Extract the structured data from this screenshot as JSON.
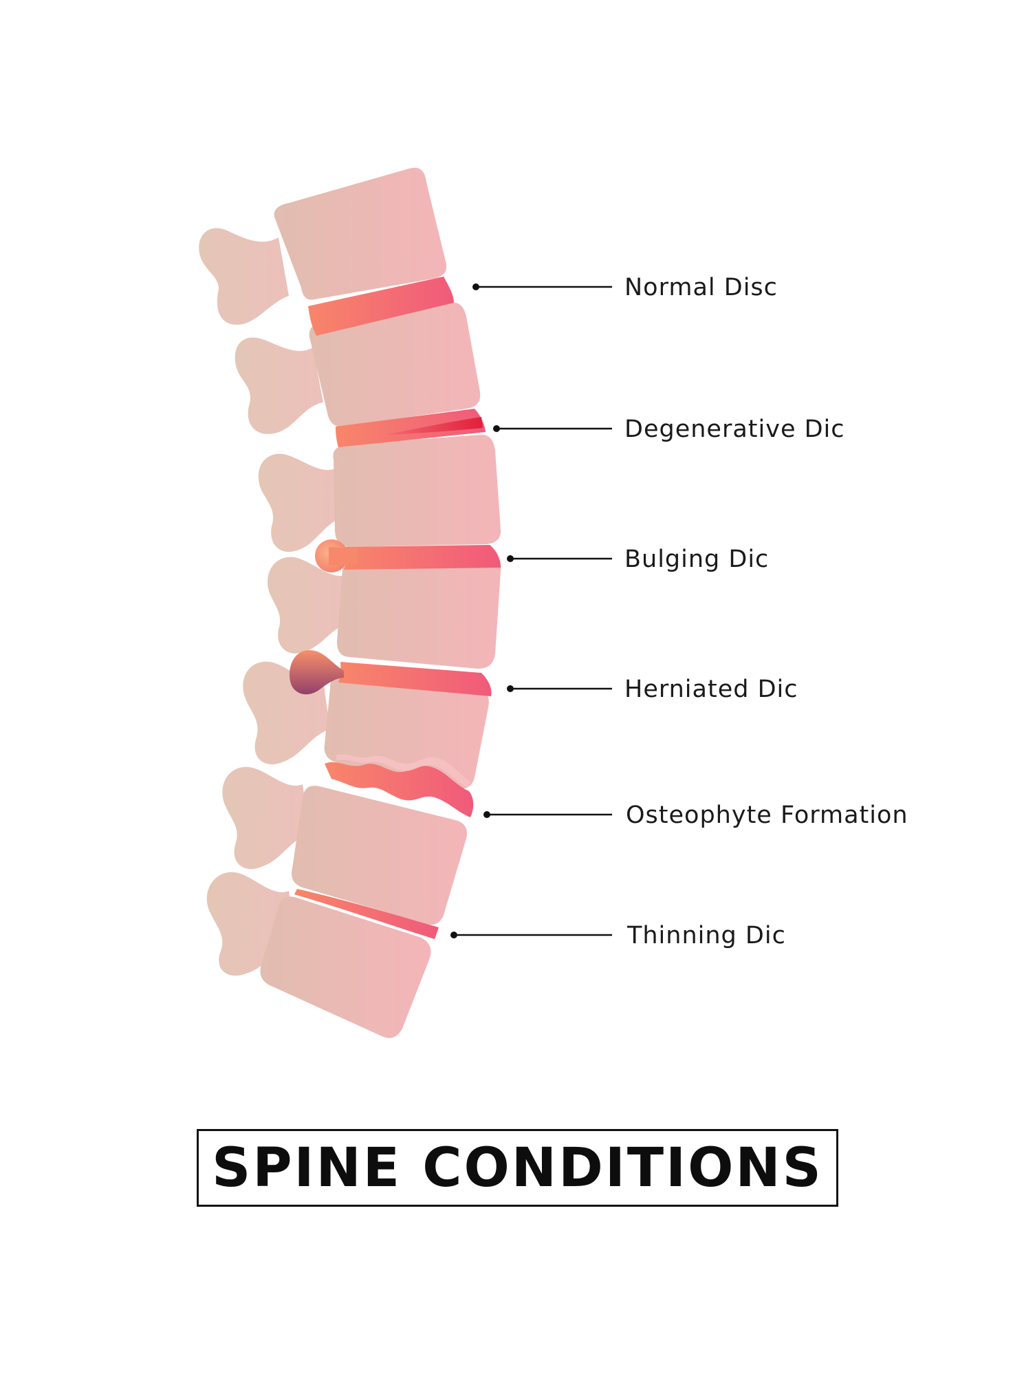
{
  "title": "SPINE CONDITIONS",
  "colors": {
    "bone_light": "#f2b7b8",
    "bone_dark": "#e1bdb0",
    "process": "#e6c3b8",
    "disc_pink": "#f05a7a",
    "disc_orange": "#f8866a",
    "disc_red": "#e0203a",
    "herniation_purple": "#93406a",
    "text": "#1a1a1a"
  },
  "labels": [
    {
      "text": "Normal Disc",
      "icon": "normal-disc"
    },
    {
      "text": "Degenerative Dic",
      "icon": "degenerative-disc"
    },
    {
      "text": "Bulging Dic",
      "icon": "bulging-disc"
    },
    {
      "text": "Herniated Dic",
      "icon": "herniated-disc"
    },
    {
      "text": "Osteophyte Formation",
      "icon": "osteophyte-formation"
    },
    {
      "text": "Thinning Dic",
      "icon": "thinning-disc"
    }
  ]
}
